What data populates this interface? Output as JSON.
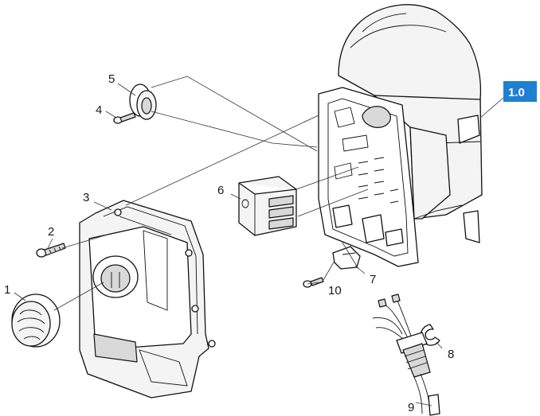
{
  "reference_badge": {
    "text": "1.0",
    "color": "#1f7fd1"
  },
  "callouts": [
    {
      "id": "c1",
      "text": "1"
    },
    {
      "id": "c2",
      "text": "2"
    },
    {
      "id": "c3",
      "text": "3"
    },
    {
      "id": "c4",
      "text": "4"
    },
    {
      "id": "c5",
      "text": "5"
    },
    {
      "id": "c6",
      "text": "6"
    },
    {
      "id": "c7",
      "text": "7"
    },
    {
      "id": "c8",
      "text": "8"
    },
    {
      "id": "c9",
      "text": "9"
    },
    {
      "id": "c10",
      "text": "10"
    }
  ]
}
